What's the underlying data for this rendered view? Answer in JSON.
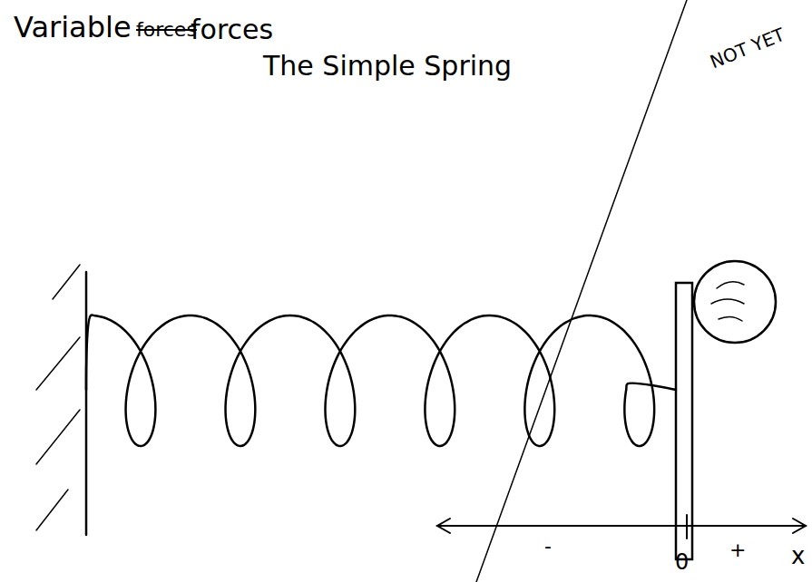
{
  "diagram": {
    "labels": [
      "Variable",
      "forces",
      "forces",
      "The Simple Spring",
      "NOT YET",
      "-",
      "0",
      "+",
      "x"
    ]
  }
}
